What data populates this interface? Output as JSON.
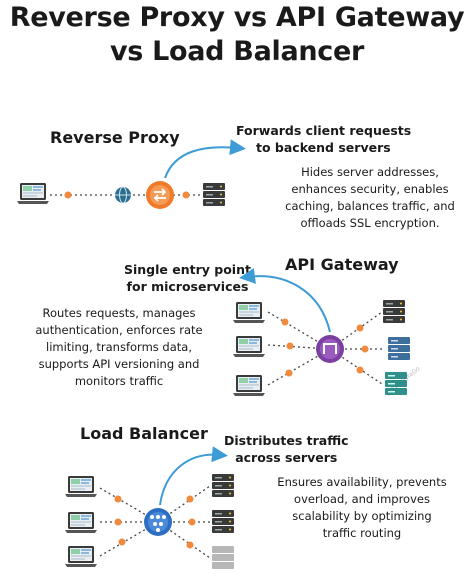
{
  "title": {
    "line1": "Reverse Proxy vs API Gateway",
    "line2": "vs Load Balancer"
  },
  "reverse_proxy": {
    "heading": "Reverse Proxy",
    "callout": [
      "Forwards client requests",
      "to backend servers"
    ],
    "description": [
      "Hides server addresses,",
      "enhances security, enables",
      "caching, balances traffic, and",
      "offloads SSL encryption."
    ]
  },
  "api_gateway": {
    "heading": "API Gateway",
    "callout": [
      "Single entry point",
      "for microservices"
    ],
    "description": [
      "Routes requests, manages",
      "authentication, enforces rate",
      "limiting, transforms data,",
      "supports API versioning and",
      "monitors traffic"
    ]
  },
  "load_balancer": {
    "heading": "Load Balancer",
    "callout": [
      "Distributes traffic",
      "across servers"
    ],
    "description": [
      "Ensures availability, prevents",
      "overload, and improves",
      "scalability by optimizing",
      "traffic routing"
    ]
  },
  "watermark": "@ByteByteGo",
  "colors": {
    "arrow": "#3d9bd6",
    "dot": "#f08a3c",
    "proxy": "#f07a2a",
    "gateway": "#7b3fa0",
    "balancer": "#2b6ec4",
    "server_dark": "#3a3a3a",
    "server_teal": "#2f8f8a",
    "server_light": "#b7b7b7"
  }
}
